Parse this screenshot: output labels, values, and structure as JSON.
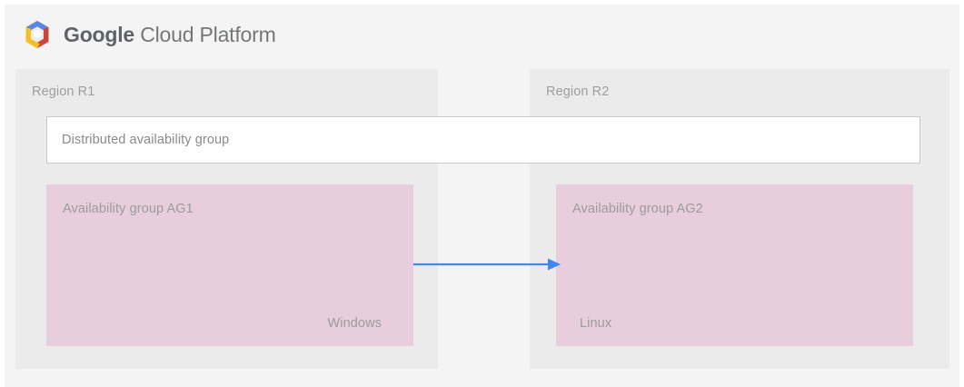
{
  "header": {
    "brand_bold": "Google",
    "brand_light": "Cloud Platform",
    "logo_icon": "google-cloud-platform-hexagon-logo"
  },
  "diagram": {
    "distributed_group": {
      "label": "Distributed availability group"
    },
    "regions": [
      {
        "id": "r1",
        "label": "Region R1",
        "availability_group": {
          "title": "Availability group AG1",
          "os_label": "Windows"
        }
      },
      {
        "id": "r2",
        "label": "Region R2",
        "availability_group": {
          "title": "Availability group AG2",
          "os_label": "Linux"
        }
      }
    ],
    "replication_arrow": {
      "icon": "arrow-right-icon",
      "direction": "left-to-right",
      "from": "Availability group AG1",
      "to": "Availability group AG2"
    }
  },
  "colors": {
    "page_background": "#f4f4f4",
    "region_panel": "#ebebeb",
    "availability_group": "#e8cedc",
    "distributed_box": "#ffffff",
    "distributed_box_border": "#c9c9c9",
    "arrow": "#4285f4",
    "text_muted": "#9b9b9b",
    "logo_blue": "#5c85de",
    "logo_red": "#d04437",
    "logo_yellow": "#f4c022",
    "logo_center": "#f1f1f1"
  }
}
